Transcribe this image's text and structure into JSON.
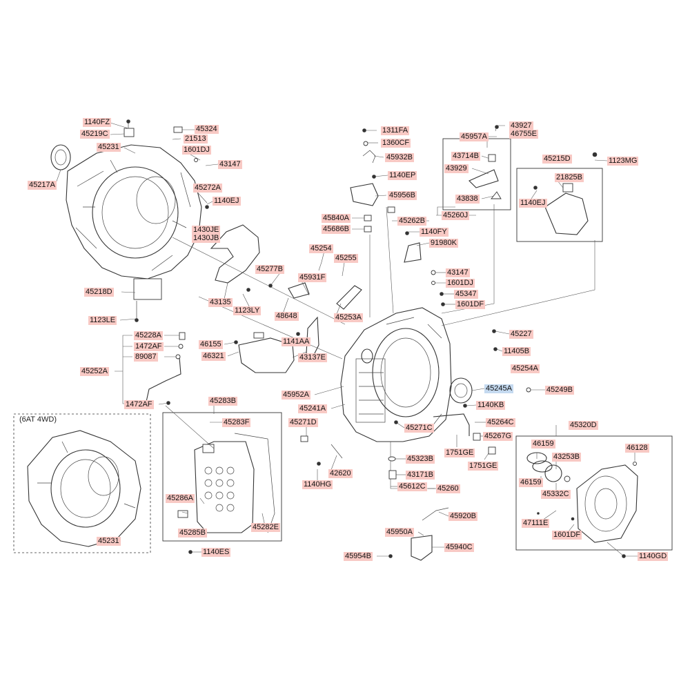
{
  "diagram": {
    "variant_note": "(6AT 4WD)",
    "labels": {
      "l_1140fz": "1140FZ",
      "l_45219c": "45219C",
      "l_45231_top": "45231",
      "l_45217a": "45217A",
      "l_45324": "45324",
      "l_21513": "21513",
      "l_1601dj_top": "1601DJ",
      "l_43147_top": "43147",
      "l_45272a": "45272A",
      "l_1140ej_top": "1140EJ",
      "l_1430je": "1430JE",
      "l_1430jb": "1430JB",
      "l_45218d": "45218D",
      "l_1123le": "1123LE",
      "l_43135": "43135",
      "l_1123ly": "1123LY",
      "l_45277b": "45277B",
      "l_45254": "45254",
      "l_45255": "45255",
      "l_45931f": "45931F",
      "l_48648": "48648",
      "l_45253a": "45253A",
      "l_1311fa": "1311FA",
      "l_1360cf": "1360CF",
      "l_45932b": "45932B",
      "l_1140ep": "1140EP",
      "l_45956b": "45956B",
      "l_45840a": "45840A",
      "l_45686b": "45686B",
      "l_45262b": "45262B",
      "l_45260j": "45260J",
      "l_1140fy": "1140FY",
      "l_91980k": "91980K",
      "l_45957a": "45957A",
      "l_43927": "43927",
      "l_46755e": "46755E",
      "l_43714b": "43714B",
      "l_43929": "43929",
      "l_43838": "43838",
      "l_45215d": "45215D",
      "l_1123mg": "1123MG",
      "l_21825b": "21825B",
      "l_1140ej_right": "1140EJ",
      "l_43147_mid": "43147",
      "l_1601dj_mid": "1601DJ",
      "l_45347": "45347",
      "l_1601df_mid": "1601DF",
      "l_45227": "45227",
      "l_11405b": "11405B",
      "l_45254a": "45254A",
      "l_45245a": "45245A",
      "l_45249b": "45249B",
      "l_1140kb": "1140KB",
      "l_45264c": "45264C",
      "l_45267g": "45267G",
      "l_1751ge_a": "1751GE",
      "l_1751ge_b": "1751GE",
      "l_45271c": "45271C",
      "l_45323b": "45323B",
      "l_43171b": "43171B",
      "l_45612c": "45612C",
      "l_45260": "45260",
      "l_45920b": "45920B",
      "l_45950a": "45950A",
      "l_45940c": "45940C",
      "l_45954b": "45954B",
      "l_45228a": "45228A",
      "l_1472af_a": "1472AF",
      "l_89087": "89087",
      "l_45252a": "45252A",
      "l_1472af_b": "1472AF",
      "l_46155": "46155",
      "l_46321": "46321",
      "l_1141aa": "1141AA",
      "l_43137e": "43137E",
      "l_45952a": "45952A",
      "l_45241a": "45241A",
      "l_45271d": "45271D",
      "l_42620": "42620",
      "l_1140hg": "1140HG",
      "l_45283b": "45283B",
      "l_45283f": "45283F",
      "l_45286a": "45286A",
      "l_45285b": "45285B",
      "l_45282e": "45282E",
      "l_1140es": "1140ES",
      "l_45231_bottom": "45231",
      "l_45320d": "45320D",
      "l_46159_a": "46159",
      "l_43253b": "43253B",
      "l_46128": "46128",
      "l_46159_b": "46159",
      "l_45332c": "45332C",
      "l_47111e": "47111E",
      "l_1601df_bottom": "1601DF",
      "l_1140gd": "1140GD"
    }
  }
}
